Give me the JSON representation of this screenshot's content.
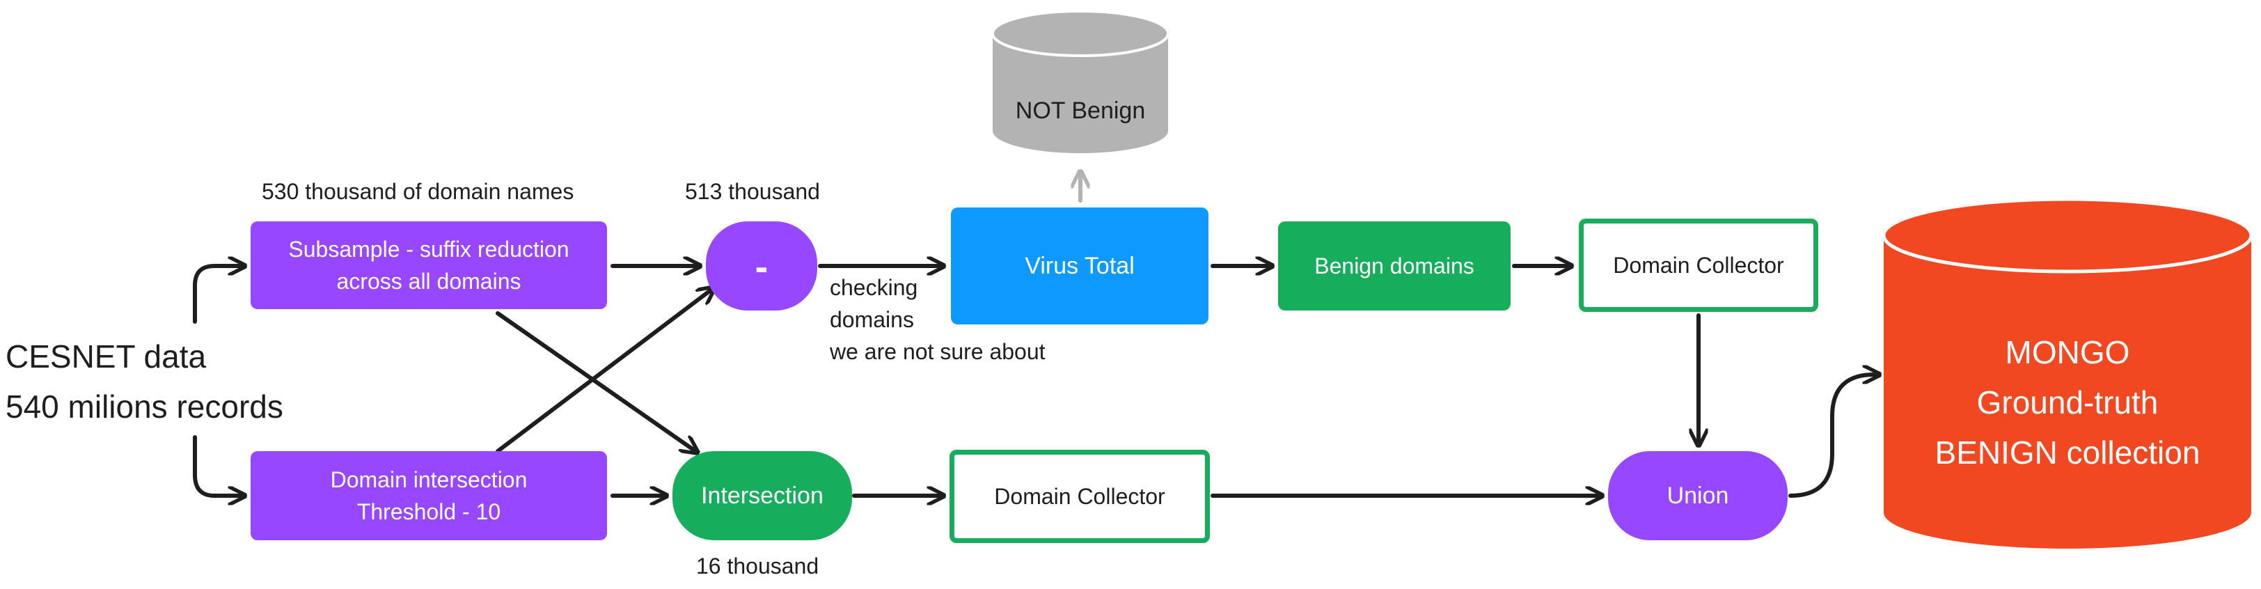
{
  "source": {
    "line1": "CESNET data",
    "line2": "540 milions records"
  },
  "labels": {
    "top_count": "530 thousand of domain names",
    "mid_count": "513 thousand",
    "bottom_count": "16 thousand",
    "checking_line1": "checking",
    "checking_line2": "domains",
    "checking_line3": "we are not sure about"
  },
  "nodes": {
    "subsample": {
      "line1": "Subsample - suffix reduction",
      "line2": "across all domains"
    },
    "intersection_filter": {
      "line1": "Domain intersection",
      "line2": "Threshold - 10"
    },
    "minus": "-",
    "intersection": "Intersection",
    "virus_total": "Virus Total",
    "not_benign": "NOT Benign",
    "benign_domains": "Benign domains",
    "collector_top": "Domain Collector",
    "collector_bottom": "Domain Collector",
    "union": "Union",
    "mongo": {
      "line1": "MONGO",
      "line2": "Ground-truth",
      "line3": "BENIGN collection"
    }
  },
  "colors": {
    "purple": "#9747ff",
    "green": "#16ae5c",
    "blue": "#0d99ff",
    "gray": "#b3b3b3",
    "orange": "#f24822",
    "arrow": "#1e1e1e"
  }
}
